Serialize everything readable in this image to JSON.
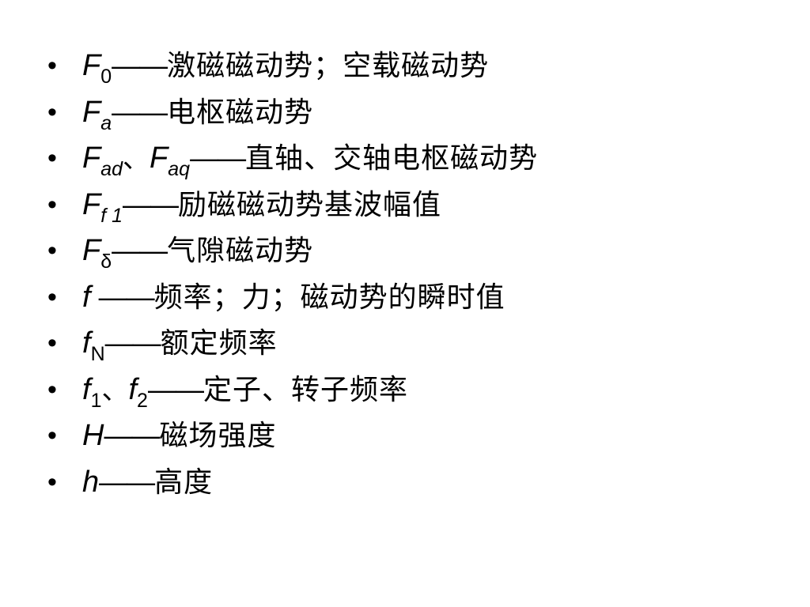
{
  "slide": {
    "bullet": "•",
    "dash": "——",
    "items": [
      {
        "sym1": "F",
        "sub1": "0",
        "desc": "激磁磁动势；空载磁动势"
      },
      {
        "sym1": "F",
        "sub1": "a",
        "desc": "电枢磁动势"
      },
      {
        "sym1": "F",
        "sub1": "ad",
        "sep": "、",
        "sym2": "F",
        "sub2": "aq",
        "desc": "直轴、交轴电枢磁动势"
      },
      {
        "sym1": "F",
        "sub1": "f 1",
        "desc": "励磁磁动势基波幅值"
      },
      {
        "sym1": "F",
        "sub1": "δ",
        "desc": "气隙磁动势"
      },
      {
        "sym1": "f",
        "desc": "频率；力；磁动势的瞬时值"
      },
      {
        "sym1": "f",
        "sub1": "N",
        "desc": "额定频率"
      },
      {
        "sym1": "f",
        "sub1": "1",
        "sep": "、",
        "sym2": "f",
        "sub2": "2",
        "desc": "定子、转子频率"
      },
      {
        "sym1": "H",
        "desc": "磁场强度"
      },
      {
        "sym1": "h",
        "desc": "高度"
      }
    ]
  }
}
